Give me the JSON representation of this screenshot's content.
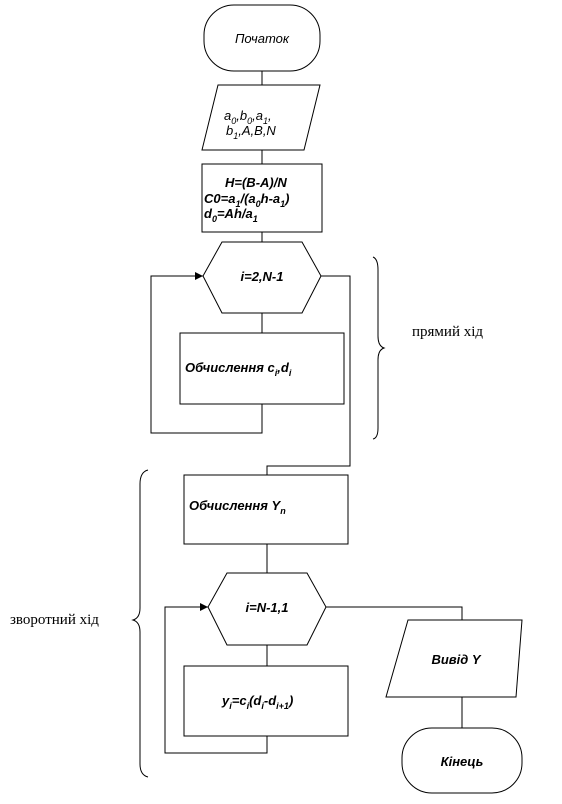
{
  "flowchart": {
    "start": "Початок",
    "input": {
      "line1": [
        "a",
        "0",
        ",b",
        "0",
        ",a",
        "1",
        ","
      ],
      "line2": [
        "b",
        "1",
        ",A,B,N",
        "",
        "",
        "",
        ""
      ]
    },
    "init": {
      "line1": "H=(B-A)/N",
      "line2": [
        "C0=a",
        "1",
        "/(a",
        "0",
        "h-a",
        "1",
        ")"
      ],
      "line3": [
        "d",
        "0",
        "=Ah/a",
        "1",
        ""
      ]
    },
    "loop1": "i=2,N-1",
    "compute_cd": [
      "Обчислення c",
      "i",
      ",d",
      "i",
      ""
    ],
    "compute_y": [
      "Обчислення Y",
      "n",
      ""
    ],
    "loop2": "i=N-1,1",
    "yformula": [
      "y",
      "i",
      "=c",
      "i",
      "(d",
      "i",
      "-d",
      "i+1",
      ")"
    ],
    "output": "Вивід Y",
    "end": "Кінець"
  },
  "annotations": {
    "forward": "прямий хід",
    "backward": "зворотний хід"
  }
}
